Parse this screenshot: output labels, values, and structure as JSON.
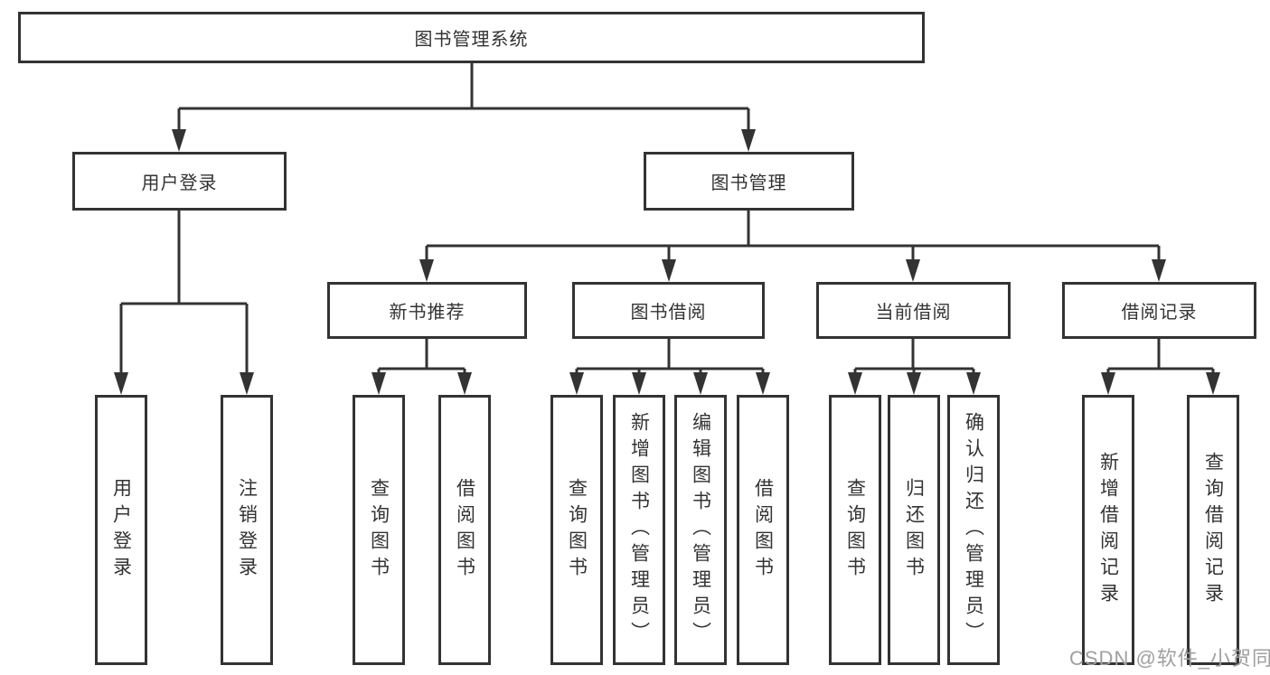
{
  "colors": {
    "line": "#333333",
    "box_border": "#333333",
    "text": "#333333",
    "watermark": "#9f9f9f",
    "background": "#ffffff"
  },
  "watermark": {
    "text": "CSDN @软件_小贺同学"
  },
  "tree": {
    "root": {
      "label": "图书管理系统"
    },
    "branches": [
      {
        "label": "用户登录",
        "children": [
          {
            "label": "用户登录"
          },
          {
            "label": "注销登录"
          }
        ]
      },
      {
        "label": "图书管理",
        "children": [
          {
            "label": "新书推荐",
            "children": [
              {
                "label": "查询图书"
              },
              {
                "label": "借阅图书"
              }
            ]
          },
          {
            "label": "图书借阅",
            "children": [
              {
                "label": "查询图书"
              },
              {
                "label": "新增图书（管理员）"
              },
              {
                "label": "编辑图书（管理员）"
              },
              {
                "label": "借阅图书"
              }
            ]
          },
          {
            "label": "当前借阅",
            "children": [
              {
                "label": "查询图书"
              },
              {
                "label": "归还图书"
              },
              {
                "label": "确认归还（管理员）"
              }
            ]
          },
          {
            "label": "借阅记录",
            "children": [
              {
                "label": "新增借阅记录"
              },
              {
                "label": "查询借阅记录"
              }
            ]
          }
        ]
      }
    ]
  }
}
